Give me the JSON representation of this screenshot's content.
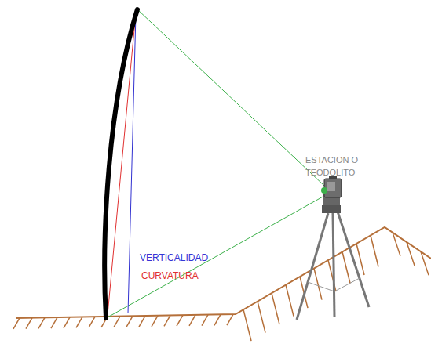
{
  "diagram": {
    "labels": [
      "VERTICALIDAD",
      "CURVATURA",
      "ESTACION O TEODOLITO"
    ]
  }
}
